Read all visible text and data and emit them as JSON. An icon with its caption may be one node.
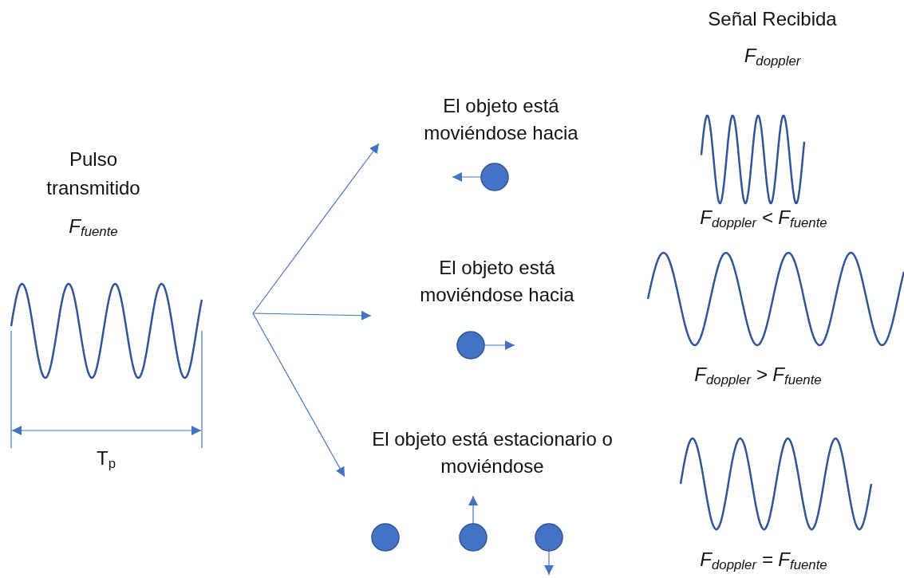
{
  "diagram": {
    "nodes": [
      {
        "text": [
          "El objeto está moviéndose hacia"
        ]
      },
      {
        "text": [
          "El objeto está moviéndose hacia"
        ]
      },
      {
        "text": [
          "El objeto está estacionario o moviéndose"
        ]
      }
    ],
    "edges": [
      {
        "from": null,
        "to": 0,
        "arrow": "to"
      },
      {
        "from": null,
        "to": 1,
        "arrow": "to"
      },
      {
        "from": null,
        "to": 2,
        "arrow": "to"
      }
    ],
    "labels": [
      "Pulso transmitido",
      "F$_{fuente}$",
      "T$_{p}$",
      "Señal Recibida",
      "F$_{doppler}$",
      "F$_{doppler}$ < F$_{fuente}$",
      "F$_{doppler}$ > F$_{fuente}$",
      "F$_{doppler}$ = F$_{fuente}$"
    ]
  }
}
